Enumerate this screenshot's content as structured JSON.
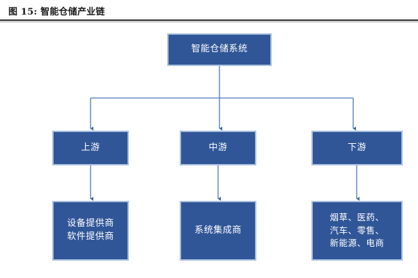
{
  "figure": {
    "title": "图 15: 智能仓储产业链"
  },
  "colors": {
    "node_fill": "#305697",
    "node_border": "#a8c0dd",
    "connector": "#4a76b8",
    "title_rule": "#2b2b2b",
    "node_text": "#ffffff"
  },
  "chart_data": {
    "type": "diagram",
    "title": "图 15: 智能仓储产业链",
    "layout": "top-down tree",
    "nodes": [
      {
        "id": "root",
        "label": "智能仓储系统",
        "tier": 0
      },
      {
        "id": "upstream",
        "label": "上游",
        "tier": 1
      },
      {
        "id": "midstream",
        "label": "中游",
        "tier": 1
      },
      {
        "id": "downstream",
        "label": "下游",
        "tier": 1
      },
      {
        "id": "upstream_detail",
        "label": "设备提供商\n软件提供商",
        "tier": 2
      },
      {
        "id": "midstream_detail",
        "label": "系统集成商",
        "tier": 2
      },
      {
        "id": "downstream_detail",
        "label": "烟草、医药、\n汽车、零售、\n新能源、电商",
        "tier": 2
      }
    ],
    "edges": [
      {
        "from": "root",
        "to": "upstream"
      },
      {
        "from": "root",
        "to": "midstream"
      },
      {
        "from": "root",
        "to": "downstream"
      },
      {
        "from": "upstream",
        "to": "upstream_detail"
      },
      {
        "from": "midstream",
        "to": "midstream_detail"
      },
      {
        "from": "downstream",
        "to": "downstream_detail"
      }
    ]
  },
  "nodes": {
    "root": {
      "label": "智能仓储系统"
    },
    "upstream": {
      "label": "上游"
    },
    "midstream": {
      "label": "中游"
    },
    "downstream": {
      "label": "下游"
    },
    "upstream_detail": {
      "label": "设备提供商\n软件提供商"
    },
    "midstream_detail": {
      "label": "系统集成商"
    },
    "downstream_detail": {
      "label": "烟草、医药、\n汽车、零售、\n新能源、电商"
    }
  }
}
